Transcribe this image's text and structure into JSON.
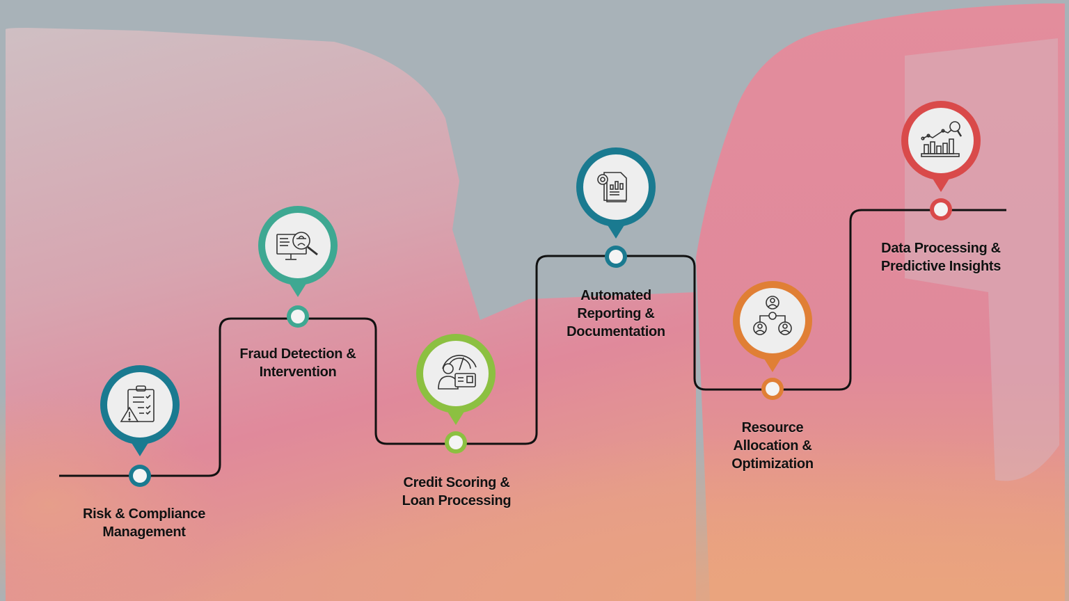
{
  "diagram": {
    "type": "stepped-timeline",
    "colors": {
      "background_gray": "#a8b2b8",
      "background_pink": "#e0899b",
      "background_peach": "#eaa47e",
      "background_mauve": "#cfbfc3",
      "path_line": "#111111",
      "pin_inner": "#eeeeee"
    },
    "steps": [
      {
        "id": "risk",
        "label_line1": "Risk & Compliance",
        "label_line2": "Management",
        "label_line3": "",
        "icon": "clipboard-warning-icon",
        "color": "#1a7a90"
      },
      {
        "id": "fraud",
        "label_line1": "Fraud Detection &",
        "label_line2": "Intervention",
        "label_line3": "",
        "icon": "monitor-spy-magnifier-icon",
        "color": "#3ea892"
      },
      {
        "id": "credit",
        "label_line1": "Credit Scoring &",
        "label_line2": "Loan Processing",
        "label_line3": "",
        "icon": "person-gauge-card-icon",
        "color": "#8cc041"
      },
      {
        "id": "reporting",
        "label_line1": "Automated",
        "label_line2": "Reporting &",
        "label_line3": "Documentation",
        "icon": "document-gear-chart-icon",
        "color": "#1a7a90"
      },
      {
        "id": "resource",
        "label_line1": "Resource",
        "label_line2": "Allocation &",
        "label_line3": "Optimization",
        "icon": "org-hierarchy-people-icon",
        "color": "#e07f35"
      },
      {
        "id": "data",
        "label_line1": "Data Processing &",
        "label_line2": "Predictive Insights",
        "label_line3": "",
        "icon": "bar-chart-trend-search-icon",
        "color": "#d94a4a"
      }
    ]
  }
}
